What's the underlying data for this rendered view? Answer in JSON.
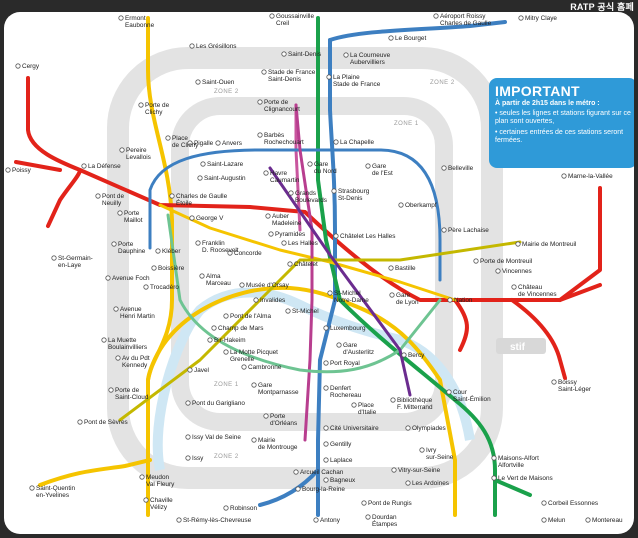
{
  "watermark": "RATP 공식 홈페",
  "notice": {
    "title": "IMPORTANT",
    "subtitle": "À partir de 2h15 dans le métro :",
    "bullets": [
      "• seules les lignes et stations figurant sur ce plan sont ouvertes,",
      "• certaines entrées de ces stations seront fermées."
    ]
  },
  "zones": [
    "ZONE 1",
    "ZONE 1",
    "ZONE 2",
    "ZONE 2",
    "ZONE 2"
  ],
  "logo": "stif",
  "line_colors": {
    "A": "#e2231a",
    "B": "#3d7fc1",
    "C": "#f5c400",
    "D": "#1aa14b",
    "E": "#c8569e",
    "1": "#f5c400",
    "2": "#3d7fc1",
    "4": "#b83e8f",
    "6": "#6ec492",
    "9": "#c4b800",
    "14": "#6b2c8f",
    "orbital": "#bcbcbc"
  },
  "stations": [
    {
      "id": "ermont",
      "text": "Ermont\nEaubonne"
    },
    {
      "id": "gouss",
      "text": "Goussainville\nCreil"
    },
    {
      "id": "roissy",
      "text": "Aéroport Roissy\nCharles de Gaulle"
    },
    {
      "id": "mitry",
      "text": "Mitry Claye"
    },
    {
      "id": "bourget",
      "text": "Le Bourget"
    },
    {
      "id": "courneuve",
      "text": "La Courneuve\nAubervilliers"
    },
    {
      "id": "stdenis",
      "text": "Saint-Denis"
    },
    {
      "id": "gresillons",
      "text": "Les Grésillons"
    },
    {
      "id": "cergy",
      "text": "Cergy"
    },
    {
      "id": "poissy",
      "text": "Poissy"
    },
    {
      "id": "sfdenis",
      "text": "Stade de France\nSaint-Denis"
    },
    {
      "id": "plaine",
      "text": "La Plaine\nStade de France"
    },
    {
      "id": "stouen",
      "text": "Saint-Ouen"
    },
    {
      "id": "clichy",
      "text": "Porte de\nClichy"
    },
    {
      "id": "pclignancourt",
      "text": "Porte de\nClignancourt"
    },
    {
      "id": "pereire",
      "text": "Pereire\nLevallois"
    },
    {
      "id": "placeclichy",
      "text": "Place\nde Clichy"
    },
    {
      "id": "pigalle",
      "text": "Pigalle"
    },
    {
      "id": "anvers",
      "text": "Anvers"
    },
    {
      "id": "barbes",
      "text": "Barbès\nRochechouart"
    },
    {
      "id": "chapelle",
      "text": "La Chapelle"
    },
    {
      "id": "gnord",
      "text": "Gare\ndu Nord"
    },
    {
      "id": "gest",
      "text": "Gare\nde l'Est"
    },
    {
      "id": "belleville",
      "text": "Belleville"
    },
    {
      "id": "defense",
      "text": "La Défense"
    },
    {
      "id": "stlazare",
      "text": "Saint-Lazare"
    },
    {
      "id": "staugustin",
      "text": "Saint-Augustin"
    },
    {
      "id": "havre",
      "text": "Havre\nCaumartin"
    },
    {
      "id": "grandsb",
      "text": "Grands\nBoulevards"
    },
    {
      "id": "strasbourg",
      "text": "Strasbourg\nSt-Denis"
    },
    {
      "id": "oberkampf",
      "text": "Oberkampf"
    },
    {
      "id": "pneuilly",
      "text": "Pont de\nNeuilly"
    },
    {
      "id": "pmaillot",
      "text": "Porte\nMaillot"
    },
    {
      "id": "cdg",
      "text": "Charles de Gaulle\nÉtoile"
    },
    {
      "id": "georgev",
      "text": "George V"
    },
    {
      "id": "auber",
      "text": "Auber\nMadeleine"
    },
    {
      "id": "pyramides",
      "text": "Pyramides"
    },
    {
      "id": "halles",
      "text": "Les Halles"
    },
    {
      "id": "chatelethalles",
      "text": "Châtelet Les Halles"
    },
    {
      "id": "perelachaise",
      "text": "Père Lachaise"
    },
    {
      "id": "germain",
      "text": "St-Germain-\nen-Laye"
    },
    {
      "id": "pdauphine",
      "text": "Porte\nDauphine"
    },
    {
      "id": "kleber",
      "text": "Kléber"
    },
    {
      "id": "franklin",
      "text": "Franklin\nD. Roosevelt"
    },
    {
      "id": "concorde",
      "text": "Concorde"
    },
    {
      "id": "chatelet",
      "text": "Châtelet"
    },
    {
      "id": "bastille",
      "text": "Bastille"
    },
    {
      "id": "nation",
      "text": "Nation"
    },
    {
      "id": "mairiemontreuil",
      "text": "Mairie de Montreuil"
    },
    {
      "id": "pmontreuil",
      "text": "Porte de Montreuil"
    },
    {
      "id": "vincennes",
      "text": "Vincennes"
    },
    {
      "id": "chateauv",
      "text": "Château\nde Vincennes"
    },
    {
      "id": "marne",
      "text": "Marne-la-Vallée"
    },
    {
      "id": "boissiere",
      "text": "Boissière"
    },
    {
      "id": "alma",
      "text": "Alma\nMarceau"
    },
    {
      "id": "trocadero",
      "text": "Trocadéro"
    },
    {
      "id": "avfoch",
      "text": "Avenue Foch"
    },
    {
      "id": "orsay",
      "text": "Musée d'Orsay"
    },
    {
      "id": "invalides",
      "text": "Invalides"
    },
    {
      "id": "palma",
      "text": "Pont de l'Alma"
    },
    {
      "id": "stmichelnd",
      "text": "St-Michel\nNotre-Dame"
    },
    {
      "id": "stmichel",
      "text": "St-Michel"
    },
    {
      "id": "glyon",
      "text": "Gare\nde Lyon"
    },
    {
      "id": "ahmartin",
      "text": "Avenue\nHenri Martin"
    },
    {
      "id": "champmars",
      "text": "Champ de Mars"
    },
    {
      "id": "birhakeim",
      "text": "Bir-Hakeim"
    },
    {
      "id": "luxembourg",
      "text": "Luxembourg"
    },
    {
      "id": "gausterlitz",
      "text": "Gare\nd'Austerlitz"
    },
    {
      "id": "bercy",
      "text": "Bercy"
    },
    {
      "id": "muette",
      "text": "La Muette\nBoulainvilliers"
    },
    {
      "id": "kennedy",
      "text": "Av du Pdt\nKennedy"
    },
    {
      "id": "javel",
      "text": "Javel"
    },
    {
      "id": "motte",
      "text": "La Motte Picquet\nGrenelle"
    },
    {
      "id": "cambronne",
      "text": "Cambronne"
    },
    {
      "id": "portroyal",
      "text": "Port Royal"
    },
    {
      "id": "pstcloud",
      "text": "Porte de\nSaint-Cloud"
    },
    {
      "id": "gmontparnasse",
      "text": "Gare\nMontparnasse"
    },
    {
      "id": "denfert",
      "text": "Denfert\nRochereau"
    },
    {
      "id": "pitalie",
      "text": "Place\nd'Italie"
    },
    {
      "id": "bibliotheque",
      "text": "Bibliothèque\nF. Mitterrand"
    },
    {
      "id": "courstemilion",
      "text": "Cour\nSaint-Émilion"
    },
    {
      "id": "boissy",
      "text": "Boissy\nSaint-Léger"
    },
    {
      "id": "psevres",
      "text": "Pont de Sèvres"
    },
    {
      "id": "garigliano",
      "text": "Pont du Garigliano"
    },
    {
      "id": "porleans",
      "text": "Porte\nd'Orléans"
    },
    {
      "id": "citeuniv",
      "text": "Cité Universitaire"
    },
    {
      "id": "olympiades",
      "text": "Olympiades"
    },
    {
      "id": "issyvs",
      "text": "Issy Val de Seine"
    },
    {
      "id": "issy",
      "text": "Issy"
    },
    {
      "id": "mmontrouge",
      "text": "Mairie\nde Montrouge"
    },
    {
      "id": "gentilly",
      "text": "Gentilly"
    },
    {
      "id": "laplace",
      "text": "Laplace"
    },
    {
      "id": "ivry",
      "text": "Ivry\nsur-Seine"
    },
    {
      "id": "vitry",
      "text": "Vitry-sur-Seine"
    },
    {
      "id": "ardoines",
      "text": "Les Ardoines"
    },
    {
      "id": "maisons",
      "text": "Maisons-Alfort\nAlfortville"
    },
    {
      "id": "vertmaisons",
      "text": "Le Vert de Maisons"
    },
    {
      "id": "arcueil",
      "text": "Arcueil Cachan"
    },
    {
      "id": "bagneux",
      "text": "Bagneux"
    },
    {
      "id": "meudon",
      "text": "Meudon\nVal Fleury"
    },
    {
      "id": "stquentin",
      "text": "Saint-Quentin\nen-Yvelines"
    },
    {
      "id": "chaville",
      "text": "Chaville\nVélizy"
    },
    {
      "id": "bourgreine",
      "text": "Bourg-la-Reine"
    },
    {
      "id": "prungis",
      "text": "Pont de Rungis"
    },
    {
      "id": "corbeil",
      "text": "Corbeil Essonnes"
    },
    {
      "id": "robinson",
      "text": "Robinson"
    },
    {
      "id": "dourdan",
      "text": "Dourdan\nÉtampes"
    },
    {
      "id": "melun",
      "text": "Melun"
    },
    {
      "id": "montereau",
      "text": "Montereau"
    },
    {
      "id": "stremy",
      "text": "St-Rémy-lès-Chevreuse"
    },
    {
      "id": "antony",
      "text": "Antony"
    }
  ]
}
